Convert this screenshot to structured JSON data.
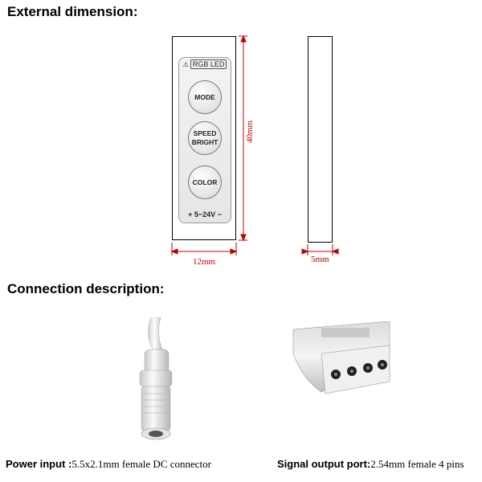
{
  "headings": {
    "external_dimension": "External dimension:",
    "connection_description": "Connection description:"
  },
  "controller": {
    "panel_title": "RGB LED",
    "buttons": {
      "mode": "MODE",
      "speed_line1": "SPEED",
      "speed_line2": "BRIGHT",
      "color": "COLOR"
    },
    "voltage": "5~24V",
    "plus_symbol": "+",
    "minus_symbol": "−",
    "warning_symbol": "⚠"
  },
  "dimensions": {
    "height": "40mm",
    "width": "12mm",
    "depth": "5mm",
    "line_color": "#c00000"
  },
  "captions": {
    "power_label": "Power input :",
    "power_value": "5.5x2.1mm female DC connector",
    "signal_label": "Signal output port:",
    "signal_value": "2.54mm female 4 pins"
  }
}
